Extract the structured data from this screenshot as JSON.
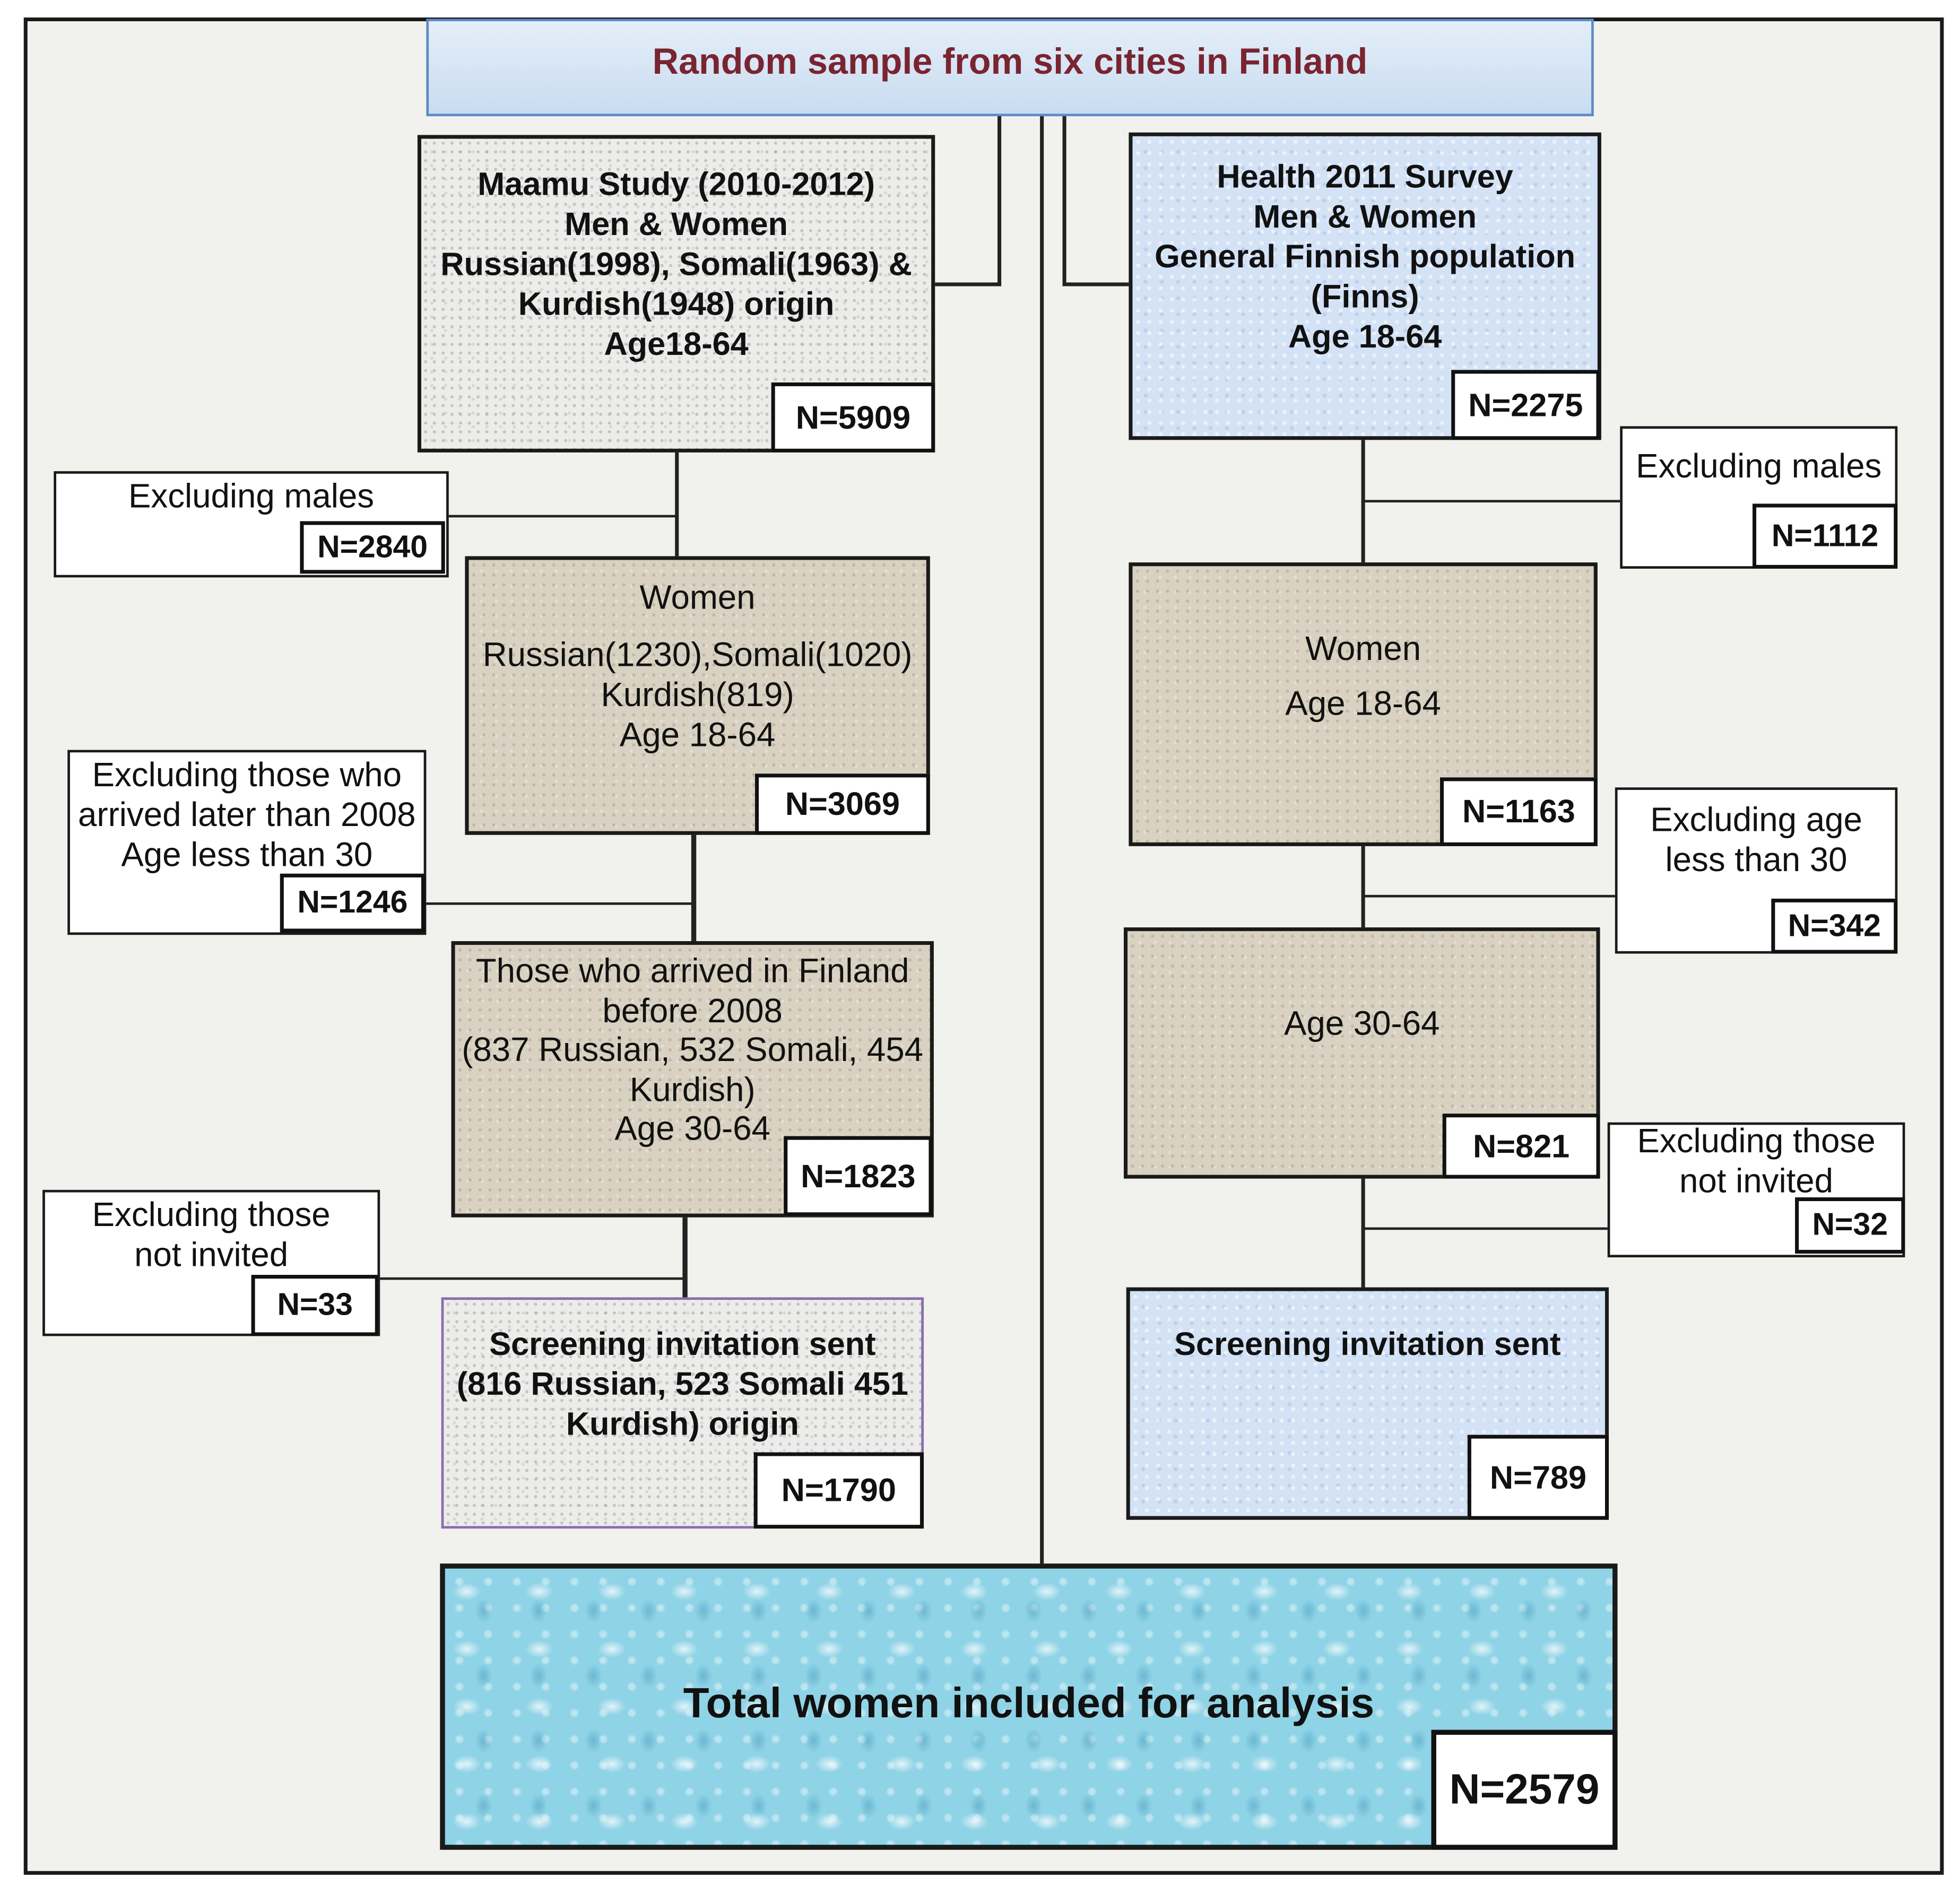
{
  "title": "Random sample from six cities in Finland",
  "left": {
    "study": {
      "lines": [
        "Maamu Study (2010-2012)",
        "Men & Women",
        "Russian(1998), Somali(1963) &",
        "Kurdish(1948) origin",
        "Age18-64"
      ],
      "n": "N=5909"
    },
    "excl_males": {
      "label": "Excluding males",
      "n": "N=2840"
    },
    "women": {
      "lines": [
        "Women",
        "Russian(1230),Somali(1020)",
        "Kurdish(819)",
        "Age 18-64"
      ],
      "n": "N=3069"
    },
    "excl_arrival": {
      "lines": [
        "Excluding those who",
        "arrived later than 2008",
        "Age less than 30"
      ],
      "n": "N=1246"
    },
    "arrived": {
      "lines": [
        "Those who arrived in Finland",
        "before 2008",
        "(837 Russian, 532 Somali, 454",
        "Kurdish)",
        "Age 30-64"
      ],
      "n": "N=1823"
    },
    "excl_not_invited": {
      "lines": [
        "Excluding those",
        "not invited"
      ],
      "n": "N=33"
    },
    "screening": {
      "lines": [
        "Screening invitation sent",
        "(816 Russian, 523 Somali 451",
        "Kurdish) origin"
      ],
      "n": "N=1790"
    }
  },
  "right": {
    "survey": {
      "lines": [
        "Health 2011 Survey",
        "Men & Women",
        "General Finnish population",
        "(Finns)",
        "Age 18-64"
      ],
      "n": "N=2275"
    },
    "excl_males": {
      "label": "Excluding males",
      "n": "N=1112"
    },
    "women": {
      "lines": [
        "Women",
        "Age 18-64"
      ],
      "n": "N=1163"
    },
    "excl_age": {
      "lines": [
        "Excluding age",
        "less than 30"
      ],
      "n": "N=342"
    },
    "age": {
      "label": "Age 30-64",
      "n": "N=821"
    },
    "excl_not_invited": {
      "lines": [
        "Excluding those",
        "not invited"
      ],
      "n": "N=32"
    },
    "screening": {
      "label": "Screening invitation sent",
      "n": "N=789"
    }
  },
  "total": {
    "label": "Total women included for analysis",
    "n": "N=2579"
  }
}
